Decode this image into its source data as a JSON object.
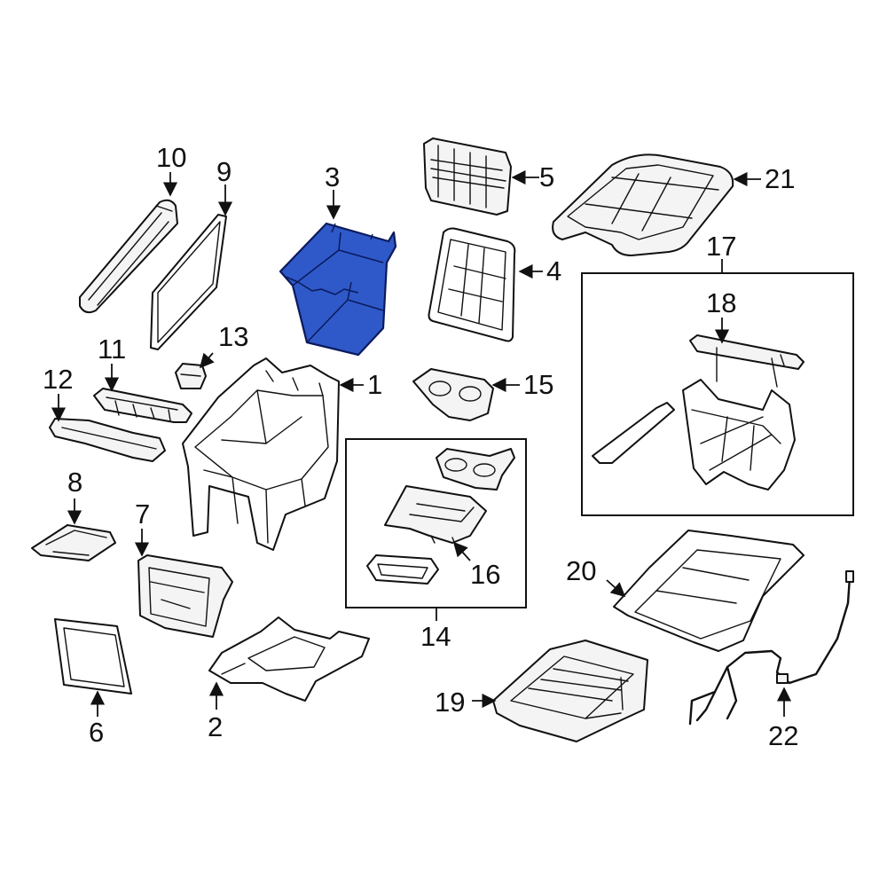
{
  "colors": {
    "highlight": "#2f59c9",
    "line": "#111111",
    "background": "#ffffff"
  },
  "callouts": {
    "c1": "1",
    "c2": "2",
    "c3": "3",
    "c4": "4",
    "c5": "5",
    "c6": "6",
    "c7": "7",
    "c8": "8",
    "c9": "9",
    "c10": "10",
    "c11": "11",
    "c12": "12",
    "c13": "13",
    "c14": "14",
    "c15": "15",
    "c16": "16",
    "c17": "17",
    "c18": "18",
    "c19": "19",
    "c20": "20",
    "c21": "21",
    "c22": "22"
  },
  "highlighted_part": "3"
}
